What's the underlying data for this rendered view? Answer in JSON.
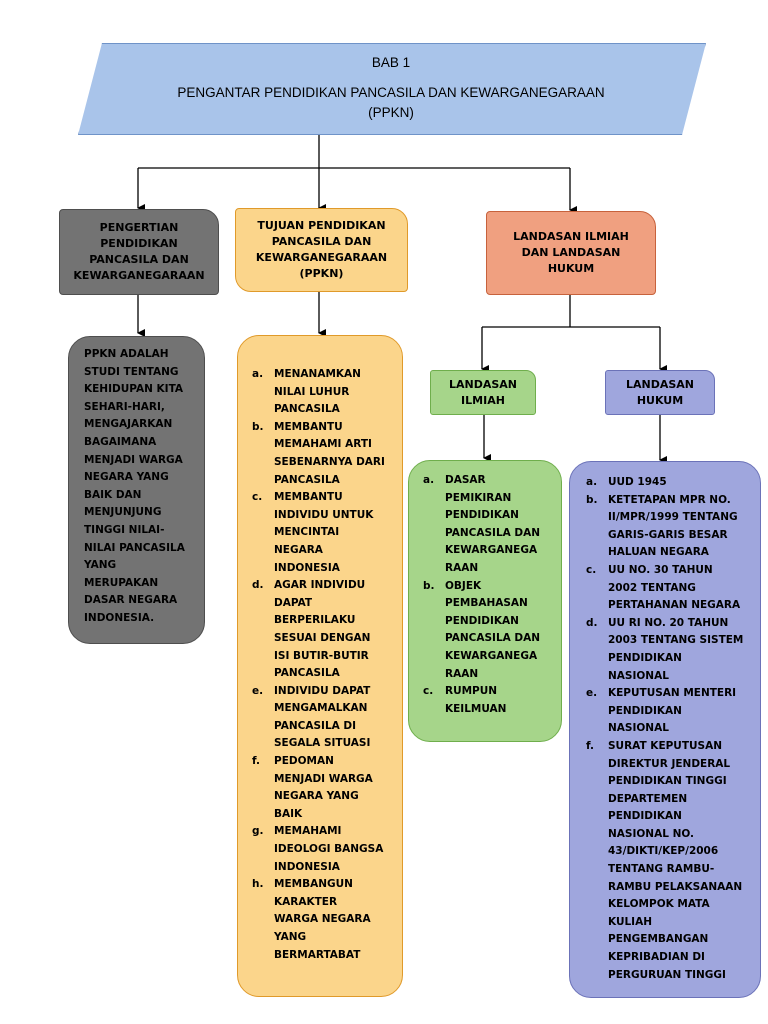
{
  "title": {
    "line1": "BAB 1",
    "line2": "PENGANTAR PENDIDIKAN PANCASILA DAN KEWARGANEGARAAN",
    "line3": "(PPKN)"
  },
  "colors": {
    "title_fill": "#a9c4ea",
    "pengertian": "#737373",
    "tujuan": "#fbd58b",
    "landasan": "#f0a080",
    "ilmiah": "#a6d58a",
    "hukum": "#9fa6dd"
  },
  "pengertian": {
    "header": [
      "PENGERTIAN",
      "PENDIDIKAN",
      "PANCASILA DAN",
      "KEWARGANEGARAAN"
    ],
    "body": [
      "PPKN ADALAH",
      "STUDI TENTANG",
      "KEHIDUPAN KITA",
      "SEHARI-HARI,",
      "MENGAJARKAN",
      "BAGAIMANA",
      "MENJADI WARGA",
      "NEGARA YANG",
      "BAIK DAN",
      "MENJUNJUNG",
      "TINGGI NILAI-",
      "NILAI PANCASILA",
      "YANG",
      "MERUPAKAN",
      "DASAR NEGARA",
      "INDONESIA."
    ]
  },
  "tujuan": {
    "header": [
      "TUJUAN PENDIDIKAN",
      "PANCASILA DAN",
      "KEWARGANEGARAAN",
      "(PPKN)"
    ],
    "items": [
      {
        "marker": "a.",
        "lines": [
          "MENANAMKAN",
          "NILAI LUHUR",
          "PANCASILA"
        ]
      },
      {
        "marker": "b.",
        "lines": [
          "MEMBANTU",
          "MEMAHAMI ARTI",
          "SEBENARNYA DARI",
          "PANCASILA"
        ]
      },
      {
        "marker": "c.",
        "lines": [
          "MEMBANTU",
          "INDIVIDU UNTUK",
          "MENCINTAI",
          "NEGARA",
          "INDONESIA"
        ]
      },
      {
        "marker": "d.",
        "lines": [
          "AGAR INDIVIDU",
          "DAPAT",
          "BERPERILAKU",
          "SESUAI DENGAN",
          "ISI BUTIR-BUTIR",
          "PANCASILA"
        ]
      },
      {
        "marker": "e.",
        "lines": [
          "INDIVIDU DAPAT",
          "MENGAMALKAN",
          "PANCASILA DI",
          "SEGALA SITUASI"
        ]
      },
      {
        "marker": "f.",
        "lines": [
          "PEDOMAN",
          "MENJADI WARGA",
          "NEGARA YANG",
          "BAIK"
        ]
      },
      {
        "marker": "g.",
        "lines": [
          "MEMAHAMI",
          "IDEOLOGI BANGSA",
          "INDONESIA"
        ]
      },
      {
        "marker": "h.",
        "lines": [
          "MEMBANGUN",
          "KARAKTER",
          "WARGA NEGARA",
          "YANG",
          "BERMARTABAT"
        ]
      }
    ]
  },
  "landasan": {
    "header": [
      "LANDASAN ILMIAH",
      "DAN LANDASAN",
      "HUKUM"
    ]
  },
  "ilmiah": {
    "header": [
      "LANDASAN",
      "ILMIAH"
    ],
    "items": [
      {
        "marker": "a.",
        "lines": [
          "DASAR",
          "PEMIKIRAN",
          "PENDIDIKAN",
          "PANCASILA DAN",
          "KEWARGANEGA",
          "RAAN"
        ]
      },
      {
        "marker": "b.",
        "lines": [
          "OBJEK",
          "PEMBAHASAN",
          "PENDIDIKAN",
          "PANCASILA DAN",
          "KEWARGANEGA",
          "RAAN"
        ]
      },
      {
        "marker": "c.",
        "lines": [
          "RUMPUN",
          "KEILMUAN"
        ]
      }
    ]
  },
  "hukum": {
    "header": [
      "LANDASAN",
      "HUKUM"
    ],
    "items": [
      {
        "marker": "a.",
        "lines": [
          "UUD 1945"
        ]
      },
      {
        "marker": "b.",
        "lines": [
          "KETETAPAN MPR NO.",
          "II/MPR/1999 TENTANG",
          "GARIS-GARIS BESAR",
          "HALUAN NEGARA"
        ]
      },
      {
        "marker": "c.",
        "lines": [
          "UU NO. 30 TAHUN",
          "2002 TENTANG",
          "PERTAHANAN NEGARA"
        ]
      },
      {
        "marker": "d.",
        "lines": [
          "UU RI NO. 20 TAHUN",
          "2003 TENTANG SISTEM",
          "PENDIDIKAN",
          "NASIONAL"
        ]
      },
      {
        "marker": "e.",
        "lines": [
          "KEPUTUSAN MENTERI",
          "PENDIDIKAN",
          "NASIONAL"
        ]
      },
      {
        "marker": "f.",
        "lines": [
          "SURAT KEPUTUSAN",
          "DIREKTUR JENDERAL",
          "PENDIDIKAN TINGGI",
          "DEPARTEMEN",
          "PENDIDIKAN",
          "NASIONAL NO.",
          "43/DIKTI/KEP/2006",
          "TENTANG RAMBU-",
          "RAMBU PELAKSANAAN",
          "KELOMPOK MATA",
          "KULIAH",
          "PENGEMBANGAN",
          "KEPRIBADIAN DI",
          "PERGURUAN TINGGI"
        ]
      }
    ]
  }
}
